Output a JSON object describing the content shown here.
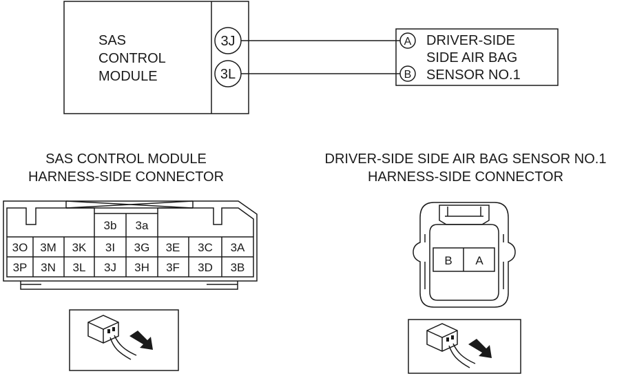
{
  "module": {
    "lines": [
      "SAS",
      "CONTROL",
      "MODULE"
    ],
    "pins": [
      "3J",
      "3L"
    ]
  },
  "sensor": {
    "terminals": [
      "A",
      "B"
    ],
    "lines": [
      "DRIVER-SIDE",
      "SIDE AIR BAG",
      "SENSOR NO.1"
    ]
  },
  "module_connector": {
    "title_lines": [
      "SAS CONTROL MODULE",
      "HARNESS-SIDE CONNECTOR"
    ],
    "top_row": [
      "3b",
      "3a"
    ],
    "row1": [
      "3O",
      "3M",
      "3K",
      "3I",
      "3G",
      "3E",
      "3C",
      "3A"
    ],
    "row2": [
      "3P",
      "3N",
      "3L",
      "3J",
      "3H",
      "3F",
      "3D",
      "3B"
    ]
  },
  "sensor_connector": {
    "title_lines": [
      "DRIVER-SIDE SIDE AIR BAG SENSOR NO.1",
      "HARNESS-SIDE CONNECTOR"
    ],
    "pins": [
      "B",
      "A"
    ]
  },
  "colors": {
    "line": "#1a1a1a",
    "background": "#ffffff"
  }
}
